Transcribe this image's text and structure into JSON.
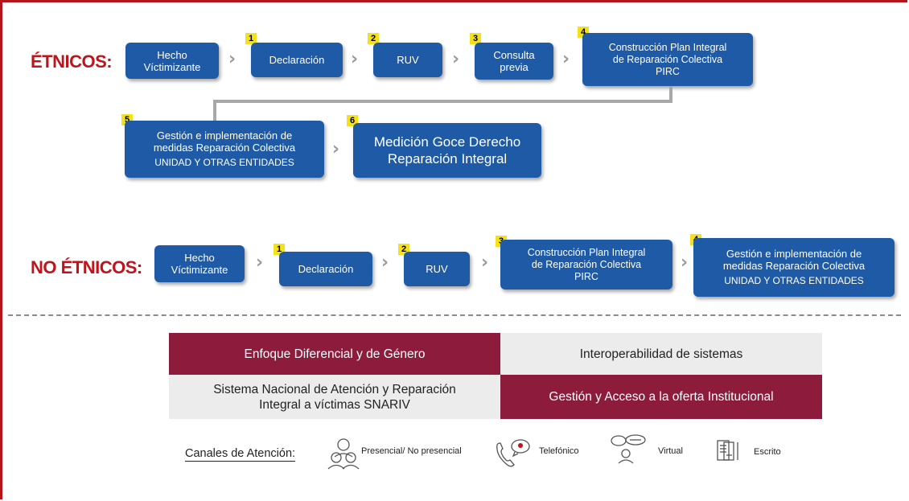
{
  "etnicos": {
    "label": "ÉTNICOS:",
    "hecho": [
      "Hecho",
      "Víctimizante"
    ],
    "declaracion": "Declaración",
    "ruv": "RUV",
    "consulta": [
      "Consulta",
      "previa"
    ],
    "construccion": [
      "Construcción Plan Integral",
      "de Reparación Colectiva",
      "PIRC"
    ],
    "gestion": [
      "Gestión e implementación de",
      "medidas Reparación Colectiva"
    ],
    "gestion_sub": "UNIDAD Y OTRAS ENTIDADES",
    "medicion": [
      "Medición Goce Derecho",
      "Reparación Integral"
    ],
    "badges": [
      "1",
      "2",
      "3",
      "4",
      "5",
      "6"
    ]
  },
  "no_etnicos": {
    "label": "NO ÉTNICOS:",
    "hecho": [
      "Hecho",
      "Víctimizante"
    ],
    "declaracion": "Declaración",
    "ruv": "RUV",
    "construccion": [
      "Construcción Plan Integral",
      "de Reparación Colectiva",
      "PIRC"
    ],
    "gestion": [
      "Gestión e implementación de",
      "medidas Reparación Colectiva"
    ],
    "gestion_sub": "UNIDAD Y OTRAS ENTIDADES",
    "badges": [
      "1",
      "2",
      "3",
      "4"
    ]
  },
  "grid": {
    "enfoque": "Enfoque Diferencial y de Género",
    "interoperabilidad": "Interoperabilidad de sistemas",
    "sistema": "Sistema Nacional de Atención y Reparación Integral a víctimas SNARIV",
    "gestion_acceso": "Gestión y Acceso a la oferta Institucional"
  },
  "canales": {
    "title": "Canales de Atención:",
    "presencial": "Presencial/ No presencial",
    "telefonico": "Telefónico",
    "virtual": "Virtual",
    "escrito": "Escrito"
  },
  "colors": {
    "border": "#b3151b",
    "section_label": "#c0141c",
    "box_blue": "#1f5aa6",
    "badge_yellow": "#f5e11b",
    "cell_red": "#8c1b3c",
    "cell_grey": "#ececec"
  }
}
